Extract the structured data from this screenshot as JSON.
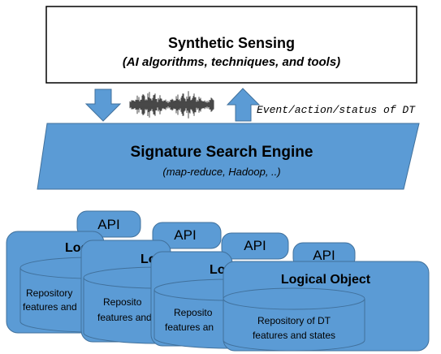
{
  "colors": {
    "box_fill": "#5b9bd5",
    "box_stroke": "#41719c",
    "arrow_fill": "#5b9bd5",
    "text": "#000000",
    "background": "#ffffff"
  },
  "synthetic_sensing": {
    "title": "Synthetic Sensing",
    "subtitle": "(AI algorithms, techniques, and tools)"
  },
  "arrows": {
    "down_icon": "arrow-down-icon",
    "up_icon": "arrow-up-icon",
    "waveform_icon": "audio-waveform-icon",
    "event_label": "Event/action/status of DT"
  },
  "signature_search_engine": {
    "title": "Signature Search Engine",
    "subtitle": "(map-reduce, Hadoop, ..)"
  },
  "logical_objects": [
    {
      "api_label": "API",
      "title_visible": "Log",
      "repo_line1": "Repository",
      "repo_line2": "features and"
    },
    {
      "api_label": "API",
      "title_visible": "Lo",
      "repo_line1": "Reposito",
      "repo_line2": "features and"
    },
    {
      "api_label": "API",
      "title_visible": "Lo",
      "repo_line1": "Reposito",
      "repo_line2": "features an"
    },
    {
      "api_label": "API",
      "title_visible": "Logical Object",
      "repo_line1": "Repository of DT",
      "repo_line2": "features and states"
    }
  ]
}
